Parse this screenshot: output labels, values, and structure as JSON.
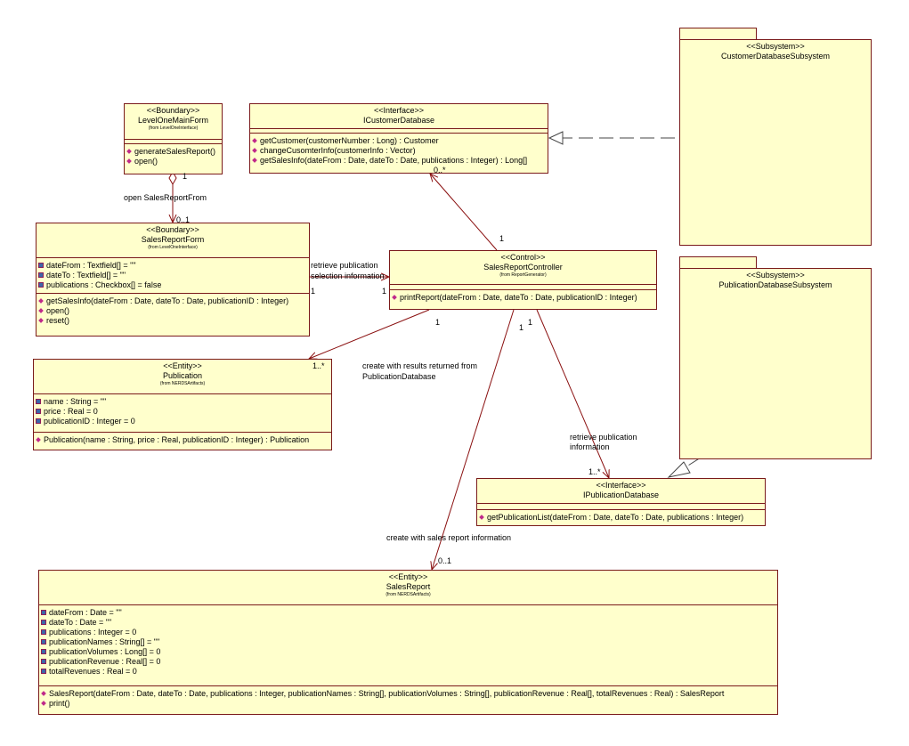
{
  "packages": {
    "customer": {
      "stereotype": "<<Subsystem>>",
      "name": "CustomerDatabaseSubsystem"
    },
    "publication": {
      "stereotype": "<<Subsystem>>",
      "name": "PublicationDatabaseSubsystem"
    }
  },
  "classes": {
    "levelOne": {
      "stereotype": "<<Boundary>>",
      "name": "LevelOneMainForm",
      "from": "(from LevelOneInterface)",
      "operations": [
        "generateSalesReport()",
        "open()"
      ]
    },
    "iCustomer": {
      "stereotype": "<<Interface>>",
      "name": "ICustomerDatabase",
      "operations": [
        "getCustomer(customerNumber : Long) : Customer",
        "changeCusomterInfo(customerInfo : Vector)",
        "getSalesInfo(dateFrom : Date, dateTo : Date, publications : Integer) : Long[]"
      ]
    },
    "salesForm": {
      "stereotype": "<<Boundary>>",
      "name": "SalesReportForm",
      "from": "(from LevelOneInterface)",
      "attributes": [
        "dateFrom : Textfield[] = \"\"",
        "dateTo : Textfield[] = \"\"",
        "publications : Checkbox[] = false"
      ],
      "operations": [
        "getSalesInfo(dateFrom : Date, dateTo : Date, publicationID : Integer)",
        "open()",
        "reset()"
      ]
    },
    "controller": {
      "stereotype": "<<Control>>",
      "name": "SalesReportController",
      "from": "(from ReportGenerator)",
      "operations": [
        "printReport(dateFrom : Date, dateTo : Date, publicationID : Integer)"
      ]
    },
    "publication": {
      "stereotype": "<<Entity>>",
      "name": "Publication",
      "from": "(from NERDSArtifacts)",
      "attributes": [
        "name : String = \"\"",
        "price : Real = 0",
        "publicationID : Integer = 0"
      ],
      "operations": [
        "Publication(name : String, price : Real, publicationID : Integer) : Publication"
      ]
    },
    "iPublication": {
      "stereotype": "<<Interface>>",
      "name": "IPublicationDatabase",
      "operations": [
        "getPublicationList(dateFrom : Date, dateTo : Date, publications : Integer)"
      ]
    },
    "salesReport": {
      "stereotype": "<<Entity>>",
      "name": "SalesReport",
      "from": "(from NERDSArtifacts)",
      "attributes": [
        "dateFrom : Date = \"\"",
        "dateTo : Date = \"\"",
        "publications : Integer = 0",
        "publicationNames : String[] = \"\"",
        "publicationVolumes : Long[] = 0",
        "publicationRevenue : Real[] = 0",
        "totalRevenues : Real = 0"
      ],
      "operations": [
        "SalesReport(dateFrom : Date, dateTo : Date, publications : Integer, publicationNames : String[], publicationVolumes : String[], publicationRevenue : Real[], totalRevenues : Real) : SalesReport",
        "print()"
      ]
    }
  },
  "labels": {
    "openSalesReport": "open SalesReportFrom",
    "retrievePub1": "retrieve publication",
    "retrievePub2": "selection information",
    "createWithResults1": "create with results returned from",
    "createWithResults2": "PublicationDatabase",
    "retrievePubInfo1": "retrieve publication",
    "retrievePubInfo2": "information",
    "createWithSales": "create with sales report information"
  },
  "multiplicities": {
    "levelOneAgg": "1",
    "salesFormEnd": "0..1",
    "iCustomerEnd": "0..*",
    "controllerTop": "1",
    "controllerLeft": "1",
    "salesFormRight": "1",
    "controllerBottomLeft": "1",
    "publicationEnd": "1..*",
    "controllerBottomMid": "1",
    "controllerBottomRight": "1",
    "iPublicationEnd": "1..*",
    "salesReportEnd": "0..1"
  },
  "colors": {
    "fill": "#ffffcc",
    "border": "#7a1a1a",
    "line": "#8a1010",
    "dashed": "#444444"
  }
}
